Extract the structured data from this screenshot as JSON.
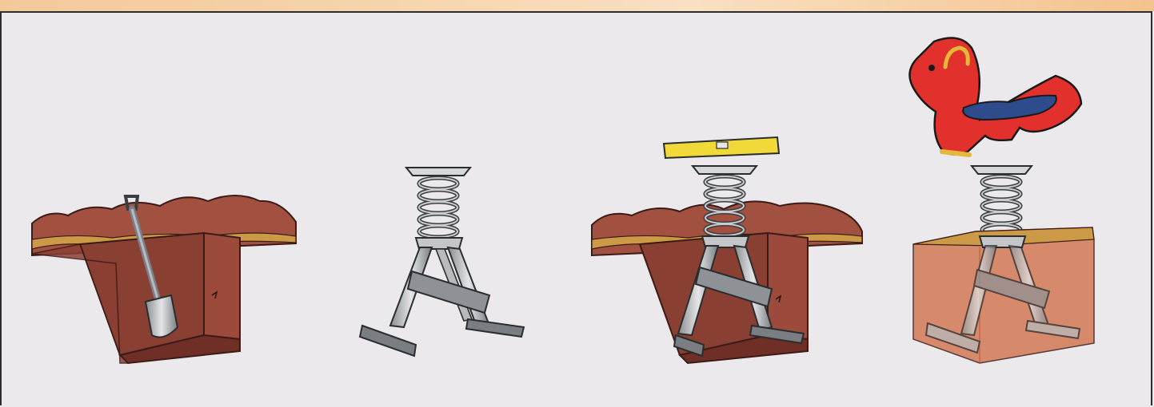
{
  "figure": {
    "panels": [
      {
        "name": "dig-hole",
        "elements": [
          "soil-cutaway",
          "shovel-icon"
        ]
      },
      {
        "name": "spring-base-assembly",
        "elements": [
          "spring-icon",
          "frame-legs",
          "base-feet"
        ]
      },
      {
        "name": "level-in-hole",
        "elements": [
          "spirit-level-icon",
          "spring-icon",
          "soil-cutaway"
        ]
      },
      {
        "name": "mount-rider",
        "elements": [
          "horse-rider-icon",
          "spring-icon",
          "soil-block"
        ]
      }
    ],
    "colors": {
      "soil": "#9d4a3b",
      "soil_dark": "#6f2f26",
      "grass": "#c9953f",
      "metal": "#c7c9cb",
      "metal_dark": "#5d6064",
      "level": "#f2d93a",
      "horse": "#e2302d",
      "seat": "#2e4b8c",
      "handle": "#e4b93a"
    }
  }
}
